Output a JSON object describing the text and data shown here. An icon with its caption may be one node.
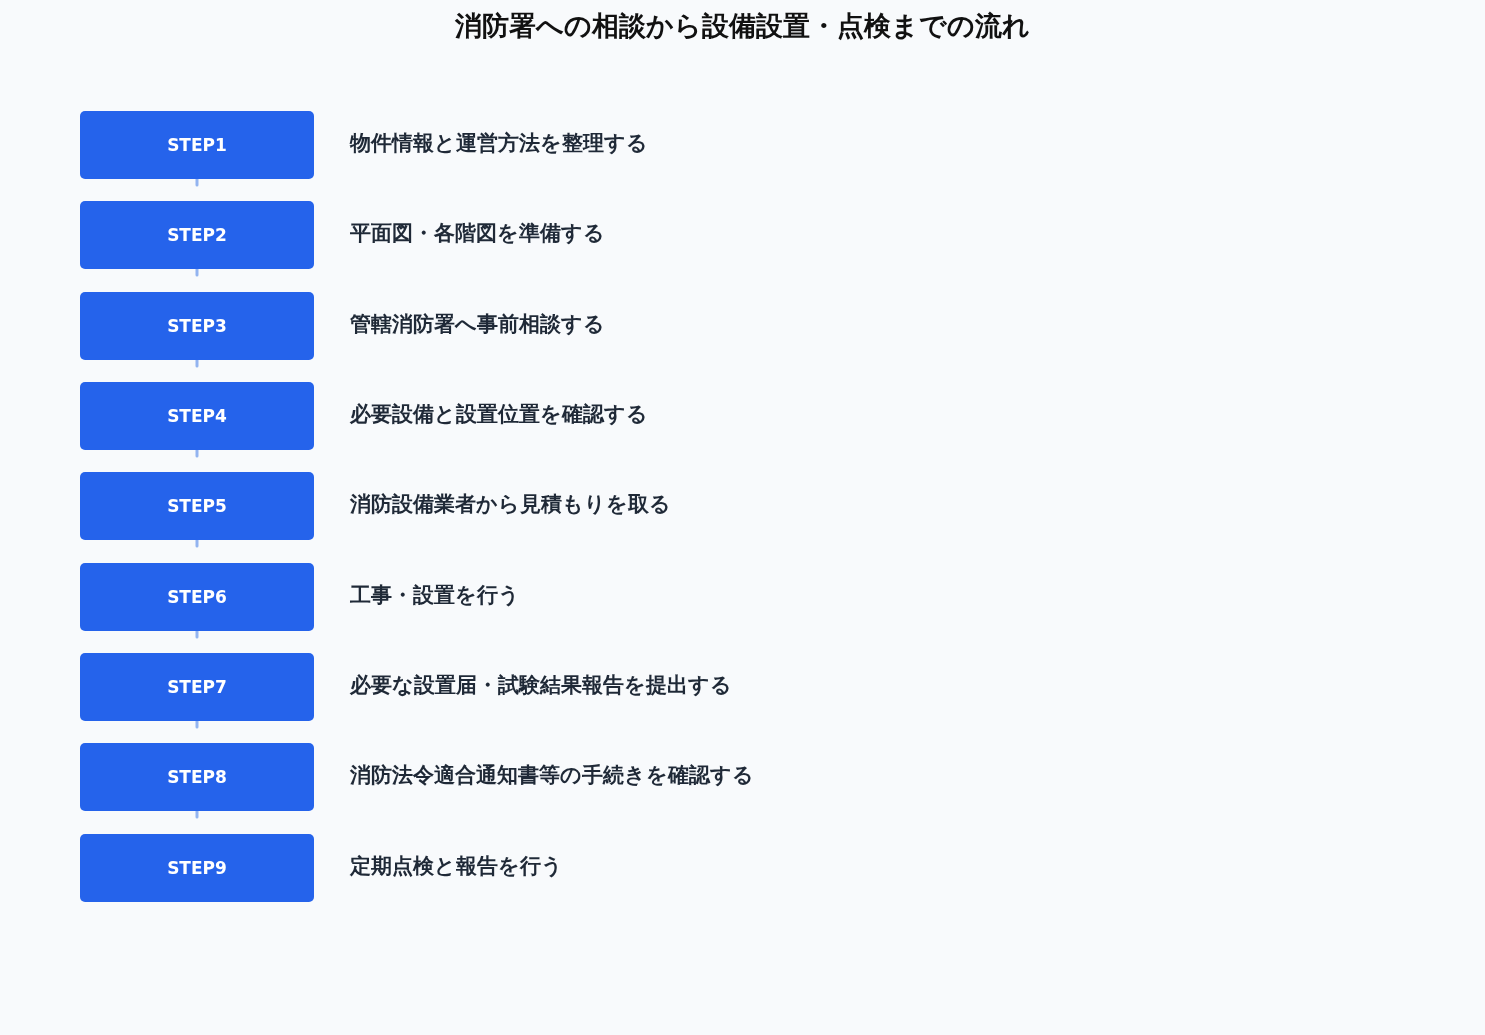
{
  "diagram": {
    "title": "消防署への相談から設備設置・点検までの流れ",
    "nodes": [
      {
        "text": [
          "STEP1"
        ],
        "beside": [
          "物件情報と運営方法を整理する"
        ]
      },
      {
        "text": [
          "STEP2"
        ],
        "beside": [
          "平面図・各階図を準備する"
        ]
      },
      {
        "text": [
          "STEP3"
        ],
        "beside": [
          "管轄消防署へ事前相談する"
        ]
      },
      {
        "text": [
          "STEP4"
        ],
        "beside": [
          "必要設備と設置位置を確認する"
        ]
      },
      {
        "text": [
          "STEP5"
        ],
        "beside": [
          "消防設備業者から見積もりを取る"
        ]
      },
      {
        "text": [
          "STEP6"
        ],
        "beside": [
          "工事・設置を行う"
        ]
      },
      {
        "text": [
          "STEP7"
        ],
        "beside": [
          "必要な設置届・試験結果報告を提出する"
        ]
      },
      {
        "text": [
          "STEP8"
        ],
        "beside": [
          "消防法令適合通知書等の手続きを確認する"
        ]
      },
      {
        "text": [
          "STEP9"
        ],
        "beside": [
          "定期点検と報告を行う"
        ]
      }
    ],
    "edges": [
      {
        "from": 0,
        "to": null,
        "arrow": "none"
      },
      {
        "from": 1,
        "to": null,
        "arrow": "none"
      },
      {
        "from": 2,
        "to": null,
        "arrow": "none"
      },
      {
        "from": 3,
        "to": null,
        "arrow": "none"
      },
      {
        "from": 4,
        "to": null,
        "arrow": "none"
      },
      {
        "from": 5,
        "to": null,
        "arrow": "none"
      },
      {
        "from": 6,
        "to": null,
        "arrow": "none"
      },
      {
        "from": 7,
        "to": null,
        "arrow": "none"
      }
    ]
  }
}
